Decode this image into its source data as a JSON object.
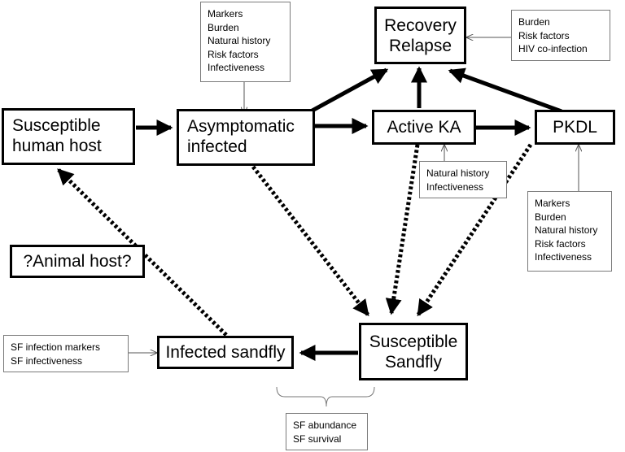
{
  "nodes": {
    "susceptible_host": [
      "Susceptible",
      "human host"
    ],
    "asymptomatic": [
      "Asymptomatic",
      "infected"
    ],
    "active_ka": "Active KA",
    "pkdl": "PKDL",
    "recovery": [
      "Recovery",
      "Relapse"
    ],
    "animal_host": "?Animal host?",
    "infected_sandfly": "Infected sandfly",
    "susceptible_sandfly": [
      "Susceptible",
      "Sandfly"
    ]
  },
  "notes": {
    "asymptomatic": [
      "Markers",
      "Burden",
      "Natural history",
      "Risk factors",
      "Infectiveness"
    ],
    "recovery": [
      "Burden",
      "Risk factors",
      "HIV co-infection"
    ],
    "active_ka": [
      "Natural history",
      "Infectiveness"
    ],
    "pkdl": [
      "Markers",
      "Burden",
      "Natural history",
      "Risk factors",
      "Infectiveness"
    ],
    "infected_sandfly": [
      "SF infection markers",
      "SF infectiveness"
    ],
    "sandfly_population": [
      "SF abundance",
      "SF survival"
    ]
  },
  "colors": {
    "line": "#000000",
    "note_border": "#7a7a7a",
    "thin_arrow": "#555555"
  }
}
